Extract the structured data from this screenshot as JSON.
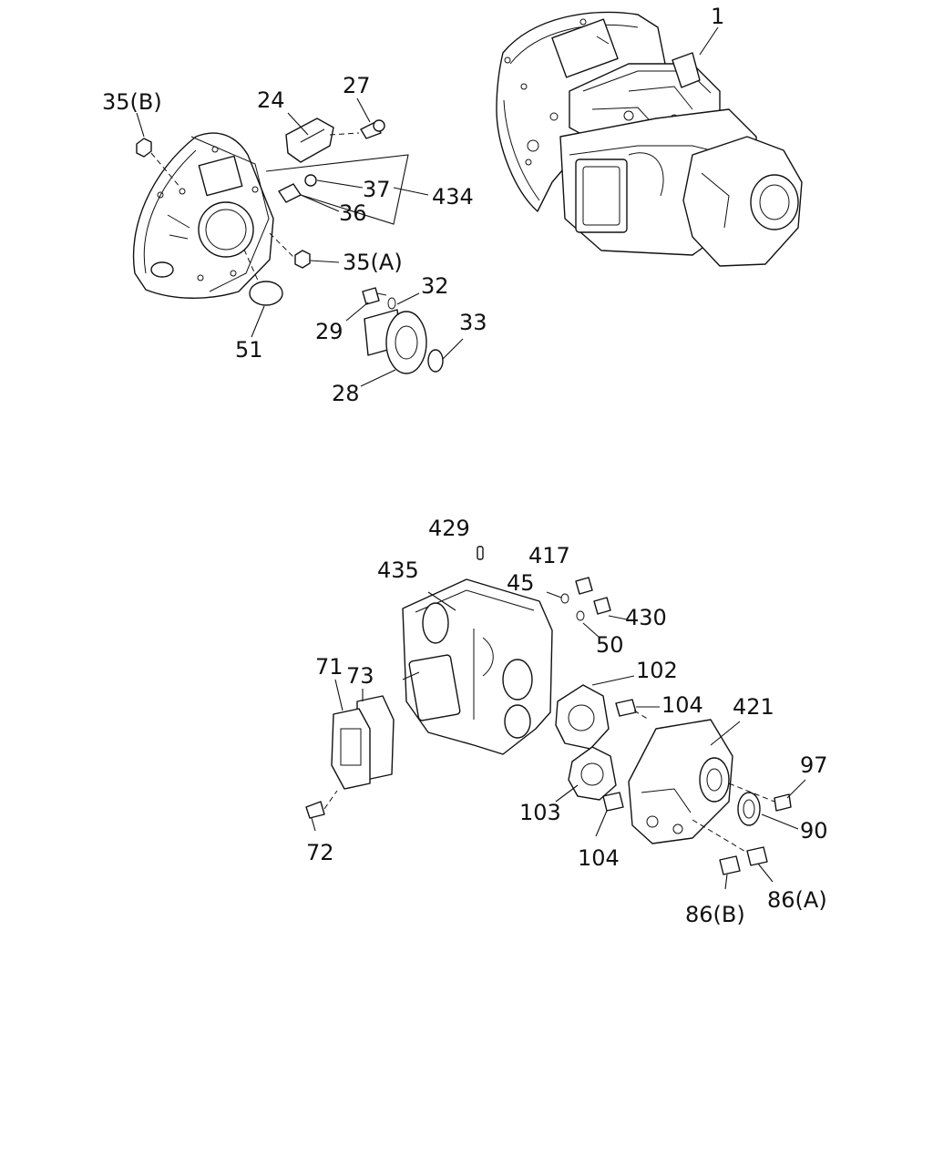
{
  "diagram": {
    "callouts": [
      {
        "id": "c1",
        "text": "1"
      },
      {
        "id": "c35b",
        "text": "35(B)"
      },
      {
        "id": "c24",
        "text": "24"
      },
      {
        "id": "c27",
        "text": "27"
      },
      {
        "id": "c37",
        "text": "37"
      },
      {
        "id": "c434",
        "text": "434"
      },
      {
        "id": "c36",
        "text": "36"
      },
      {
        "id": "c35a",
        "text": "35(A)"
      },
      {
        "id": "c32",
        "text": "32"
      },
      {
        "id": "c29",
        "text": "29"
      },
      {
        "id": "c33",
        "text": "33"
      },
      {
        "id": "c51",
        "text": "51"
      },
      {
        "id": "c28",
        "text": "28"
      },
      {
        "id": "c429",
        "text": "429"
      },
      {
        "id": "c417",
        "text": "417"
      },
      {
        "id": "c435",
        "text": "435"
      },
      {
        "id": "c45",
        "text": "45"
      },
      {
        "id": "c430",
        "text": "430"
      },
      {
        "id": "c50",
        "text": "50"
      },
      {
        "id": "c73",
        "text": "73"
      },
      {
        "id": "c71",
        "text": "71"
      },
      {
        "id": "c102",
        "text": "102"
      },
      {
        "id": "c104a",
        "text": "104"
      },
      {
        "id": "c421",
        "text": "421"
      },
      {
        "id": "c97",
        "text": "97"
      },
      {
        "id": "c103",
        "text": "103"
      },
      {
        "id": "c90",
        "text": "90"
      },
      {
        "id": "c72",
        "text": "72"
      },
      {
        "id": "c104b",
        "text": "104"
      },
      {
        "id": "c86a",
        "text": "86(A)"
      },
      {
        "id": "c86b",
        "text": "86(B)"
      }
    ]
  }
}
